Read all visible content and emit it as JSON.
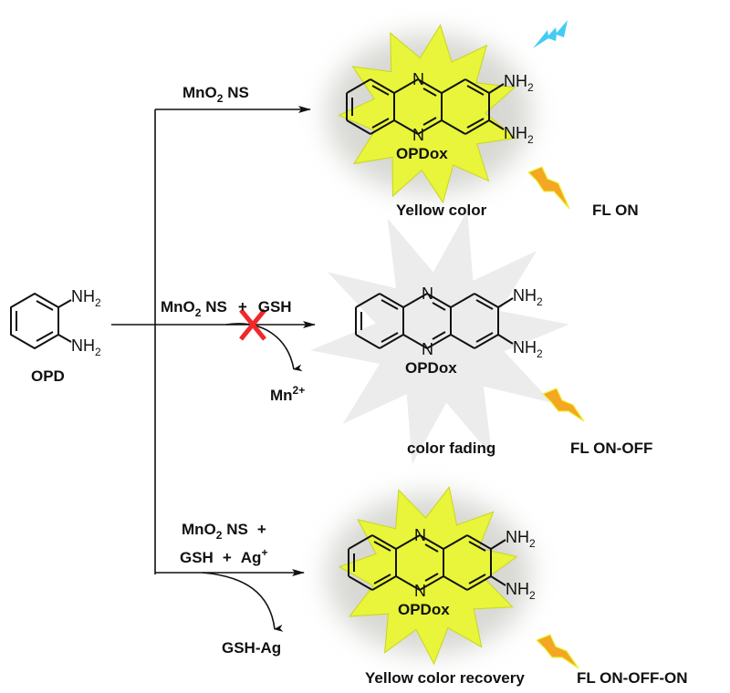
{
  "colors": {
    "burst_on": "#e8f53a",
    "burst_on_edge": "#c8d61e",
    "burst_off": "#ececec",
    "glow": "#b8b8b0",
    "bolt_orange": "#f5a623",
    "bolt_blue": "#44ccf5",
    "cross_red": "#f0282a"
  },
  "reactant": {
    "name": "OPD",
    "amine_top": "NH",
    "amine_bottom": "NH",
    "amine_subscript": "2"
  },
  "routes": [
    {
      "reagent": {
        "mno2_prefix": "MnO",
        "mno2_sub": "2",
        "mno2_suffix": " NS"
      },
      "product_name": "OPDox",
      "n_top": "N",
      "n_bottom": "N",
      "amine_top": "NH",
      "amine_bottom": "NH",
      "amine_subscript": "2",
      "color_label": "Yellow color",
      "fl_label": "FL ON",
      "state": "on"
    },
    {
      "reagent": {
        "mno2_prefix": "MnO",
        "mno2_sub": "2",
        "mno2_suffix": " NS",
        "plus": "+",
        "gsh": "GSH"
      },
      "side_product": {
        "text": "Mn",
        "superscript": "2+"
      },
      "product_name": "OPDox",
      "n_top": "N",
      "n_bottom": "N",
      "amine_top": "NH",
      "amine_bottom": "NH",
      "amine_subscript": "2",
      "color_label": "color fading",
      "fl_label": "FL ON-OFF",
      "state": "off",
      "blocked": true
    },
    {
      "reagent": {
        "mno2_prefix": "MnO",
        "mno2_sub": "2",
        "mno2_suffix": " NS",
        "plus1": "+",
        "gsh": "GSH",
        "plus2": "+",
        "ag": "Ag",
        "ag_sup": "+"
      },
      "side_product": {
        "text": "GSH-Ag"
      },
      "product_name": "OPDox",
      "n_top": "N",
      "n_bottom": "N",
      "amine_top": "NH",
      "amine_bottom": "NH",
      "amine_subscript": "2",
      "color_label": "Yellow color recovery",
      "fl_label": "FL ON-OFF-ON",
      "state": "on"
    }
  ]
}
